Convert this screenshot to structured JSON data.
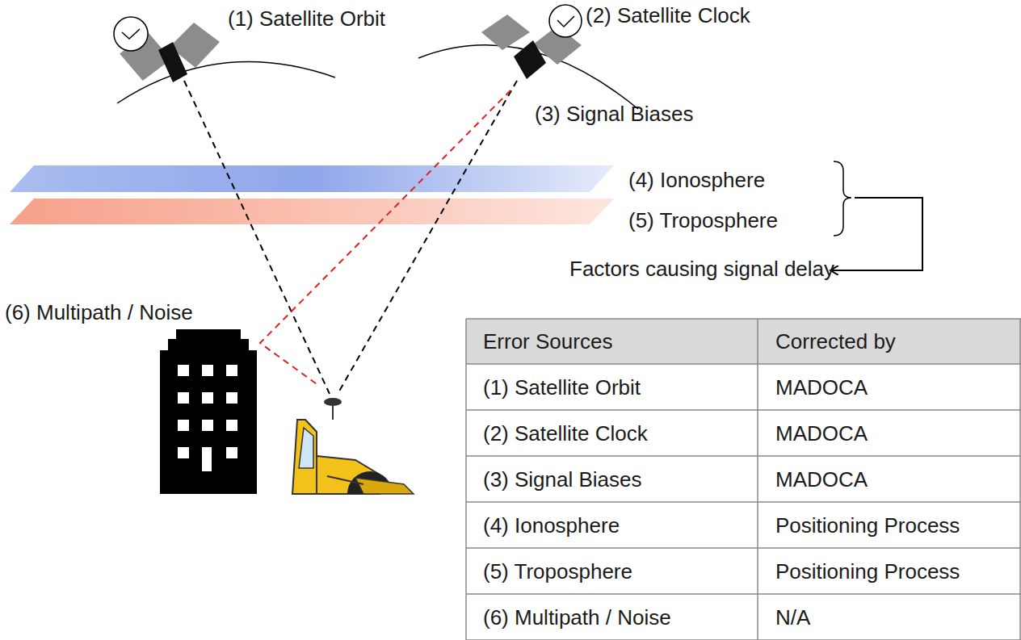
{
  "diagram": {
    "labels": [
      "(1) Satellite Orbit",
      "(2) Satellite Clock",
      "(3) Signal Biases",
      "(4) Ionosphere",
      "(5) Troposphere",
      "Factors causing signal delay",
      "(6) Multipath / Noise",
      "Error Sources",
      "Corrected by",
      "(1) Satellite Orbit",
      "MADOCA",
      "(2) Satellite Clock",
      "MADOCA",
      "(3) Signal Biases",
      "MADOCA",
      "(4) Ionosphere",
      "Positioning Process",
      "(5) Troposphere",
      "Positioning Process",
      "(6) Multipath / Noise",
      "N/A"
    ]
  }
}
